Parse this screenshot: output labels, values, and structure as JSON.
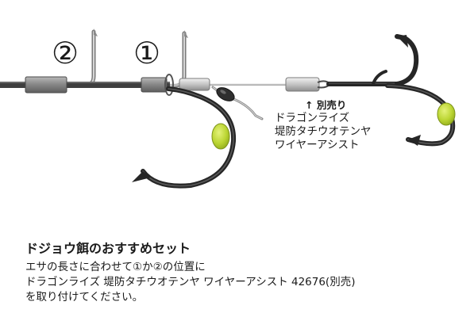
{
  "labels": {
    "position_2": "②",
    "position_1": "①"
  },
  "callout": {
    "arrow": "↑",
    "tag": "別売り",
    "lines": [
      "ドラゴンライズ",
      "堤防タチウオテンヤ",
      "ワイヤーアシスト"
    ]
  },
  "description": {
    "title": "ドジョウ餌のおすすめセット",
    "lines": [
      "エサの長さに合わせて①か②の位置に",
      "ドラゴンライズ 堤防タチウオテンヤ ワイヤーアシスト 42676(別売)",
      "を取り付けてください。"
    ]
  },
  "colors": {
    "hook": "#2a2a2a",
    "bead": "#b9d531",
    "sleeve": "#8c8c8c",
    "wire": "#bdbdbd",
    "shaft": "#444444"
  },
  "icons": [
    "hook-icon",
    "treble-hook-icon",
    "bead-icon",
    "crimp-sleeve-icon",
    "arrow-up-icon"
  ]
}
